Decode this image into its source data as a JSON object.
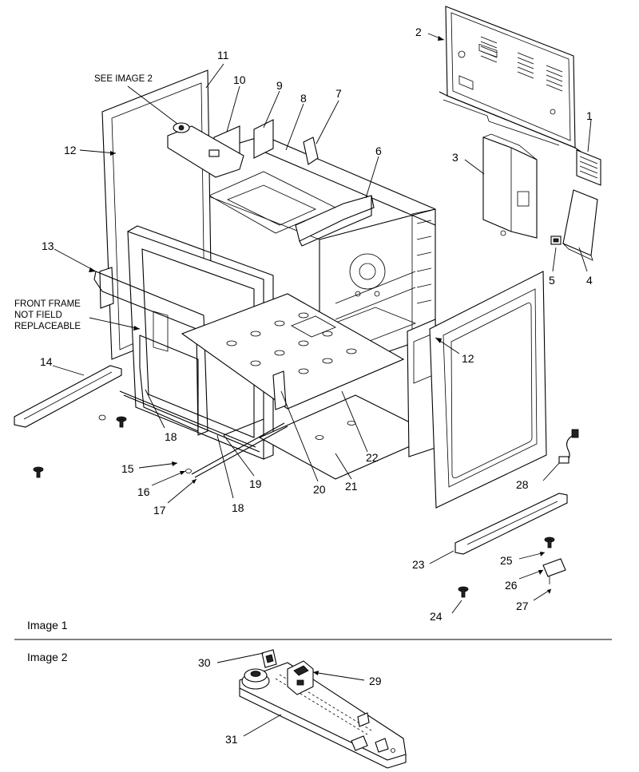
{
  "images": [
    {
      "caption": "Image 1"
    },
    {
      "caption": "Image 2"
    }
  ],
  "notes": {
    "see_image": "SEE IMAGE 2",
    "front_frame": [
      "FRONT FRAME",
      "NOT FIELD",
      "REPLACEABLE"
    ]
  },
  "callouts": {
    "c1": "1",
    "c2": "2",
    "c3": "3",
    "c4": "4",
    "c5": "5",
    "c6": "6",
    "c7": "7",
    "c8": "8",
    "c9": "9",
    "c10": "10",
    "c11": "11",
    "c12a": "12",
    "c12b": "12",
    "c13": "13",
    "c14": "14",
    "c15": "15",
    "c16": "16",
    "c17": "17",
    "c18a": "18",
    "c18b": "18",
    "c19": "19",
    "c20": "20",
    "c21": "21",
    "c22": "22",
    "c23": "23",
    "c24": "24",
    "c25": "25",
    "c26": "26",
    "c27": "27",
    "c28": "28",
    "c29": "29",
    "c30": "30",
    "c31": "31"
  }
}
